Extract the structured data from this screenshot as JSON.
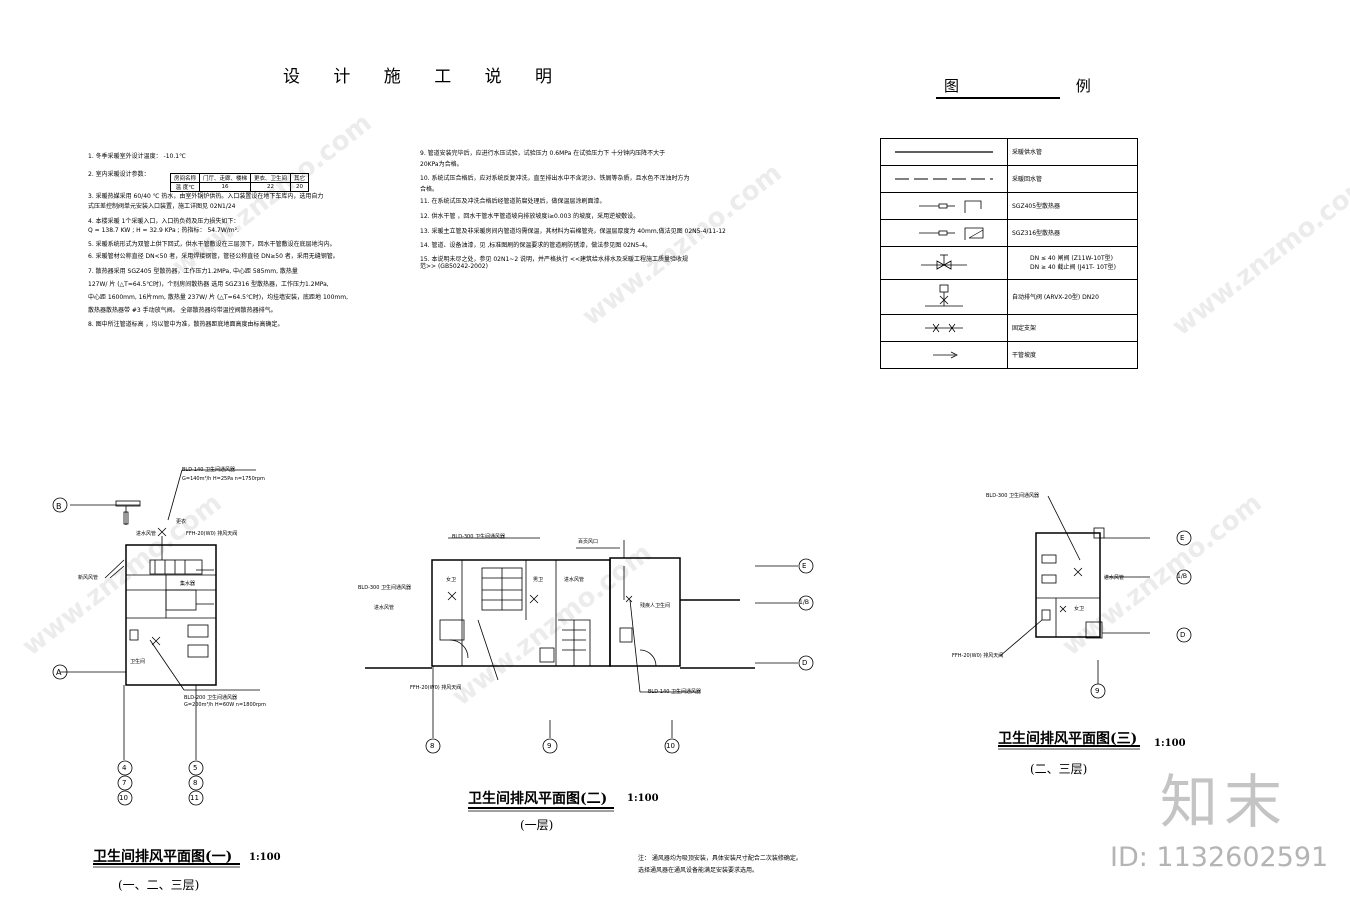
{
  "title": "设 计 施 工 说 明",
  "legend": {
    "title": "图 例",
    "rows": [
      {
        "symbol": "supply-line",
        "label": "采暖供水管"
      },
      {
        "symbol": "return-line",
        "label": "采暖回水管"
      },
      {
        "symbol": "radiator-a",
        "label": "SGZ405型散热器"
      },
      {
        "symbol": "radiator-b",
        "label": "SGZ316型散热器"
      },
      {
        "symbol": "valve",
        "label": "DN ≤ 40    闸阀    (Z11W-10T型)",
        "label2": "DN ≥ 40    截止阀    (J41T- 10T型)"
      },
      {
        "symbol": "air-vent",
        "label": "自动排气阀    (ARVX-20型) DN20"
      },
      {
        "symbol": "fixed-support",
        "label": "固定支架"
      },
      {
        "symbol": "slope",
        "label": "干管坡度"
      }
    ]
  },
  "notes_left": [
    "1. 冬季采暖室外设计温度：    -10.1℃",
    "2. 室内采暖设计参数：",
    "3. 采暖热媒采用    60/40 ℃    热水，由室外锅炉供热。入口装置设在地下车库内，选用自力",
    "    式压差控制阀单元安装入口装置，施工详图见    02N1/24",
    "4. 本楼采暖    1个采暖入口，入口热负荷及压力损失如下：",
    "    Q = 138.7  KW ;    H = 32.9 KPa ;    热指标：    54.7W/m².",
    "5. 采暖系统形式为双管上供下回式，供水干管敷设在三层顶下，回水干管敷设在底层地沟内。",
    "6. 采暖管材公称直径    DN<50    者，采用焊接钢管，管径公称直径    DN≥50    者，采用无缝钢管。",
    "7. 散热器采用    SGZ405    型散热器，工作压力1.2MPa,    中心距    585mm,    散热量",
    "    127W/ 片 (△T=64.5℃时)，个别房间散热器    选用    SGZ316    型散热器，工作压力1.2MPa,",
    "    中心距    1600mm,    16片mm, 散热量    237W/ 片 (△T=64.5℃时)，均挂墙安装，底距地    100mm,",
    "    散热器散热器带    #3    手动放气阀。    全部散热器均带温控阀散热器排气。",
    "8. 图中所注管道标高    ，均以管中为准，散热器距底地面高度由标高确定。"
  ],
  "indoor_table": {
    "headers": [
      "房间名称",
      "门厅、走廊、楼梯",
      "更衣、卫生间",
      "其它"
    ],
    "row_label": "温    度℃",
    "values": [
      "16",
      "22",
      "20"
    ]
  },
  "notes_right": [
    "9. 管道安装完毕后，应进行水压试验，试验压力    0.6MPa    在试验压力下    十分钟内压降不大于",
    "    20KPa为合格。",
    "10. 系统试压合格后，应对系统反复冲洗，直至排出水中不含泥沙、铁屑等杂质，且水色不浑浊时方为",
    "    合格。",
    "11.    在系统试压及冲洗合格后经管道防腐处理后，做保温层涂刷面漆。",
    "12.    供水干管    ，回水干管水平管道坡向排放坡度i≥0.003    的坡度，采用逆坡敷设。",
    "13.    采暖主立管及非采暖房间内管道均需保温，其材料为岩棉管壳，保温层厚度为    40mm,做法见图    02N5-4/11-12",
    "14. 管道、设备油漆，见    ,标准图刷的保温要求的管道刷防锈漆，做法参见图    02N5-4。",
    "15. 本说明未尽之处，参见    02N1~2 说明，并严格执行    <<建筑给水排水及采暖工程施工质量验收规范>>    (GB50242-2002)"
  ],
  "drawings": [
    {
      "title": "卫生间排风平面图(一)",
      "scale": "1:100",
      "floors": "(一、二、三层)"
    },
    {
      "title": "卫生间排风平面图(二)",
      "scale": "1:100",
      "floors": "(一层)"
    },
    {
      "title": "卫生间排风平面图(三)",
      "scale": "1:100",
      "floors": "(二、三层)"
    }
  ],
  "grid_labels": {
    "d1_top": "B",
    "d1_left": "A",
    "d1_bottom_a": [
      "4",
      "7",
      "10"
    ],
    "d1_bottom_b": [
      "5",
      "8",
      "11"
    ],
    "d2_right": [
      "E",
      "1/B",
      "D"
    ],
    "d2_bottom": [
      "8",
      "9",
      "10"
    ],
    "d3_right": [
      "E",
      "1/B",
      "D"
    ],
    "d3_bottom": "9"
  },
  "annotations": {
    "d1": [
      "BLD-140 卫生间通风器",
      "G=140m³/h H=25Pa n=1750rpm",
      "更衣",
      "卫生间",
      "进水风管",
      "FFH-20(W0) 排风天阀",
      "新风风管",
      "集水器",
      "BLD-200 卫生间通风器",
      "G=200m³/h H=60W n=1800rpm"
    ],
    "d2": [
      "BLD-300 卫生间通风器",
      "BLD-300 卫生间通风器",
      "百页风口",
      "女卫",
      "男卫",
      "进水风管",
      "进水风管",
      "FFH-20(W0) 排风天阀",
      "BLD-140 卫生间通风器",
      "残疾人卫生间"
    ],
    "d3": [
      "BLD-300 卫生间通风器",
      "进水风管",
      "女卫",
      "FFH-20(W0) 排风天阀"
    ]
  },
  "footnote": [
    "注：    通风器均为吸顶安装，具体安装尺寸配合二次装修确定。",
    "        选择通风器在通风设备能满足安装要求选用。"
  ],
  "watermark": {
    "brand": "知末",
    "id": "ID: 1132602591",
    "site": "www.znzmo.com"
  }
}
